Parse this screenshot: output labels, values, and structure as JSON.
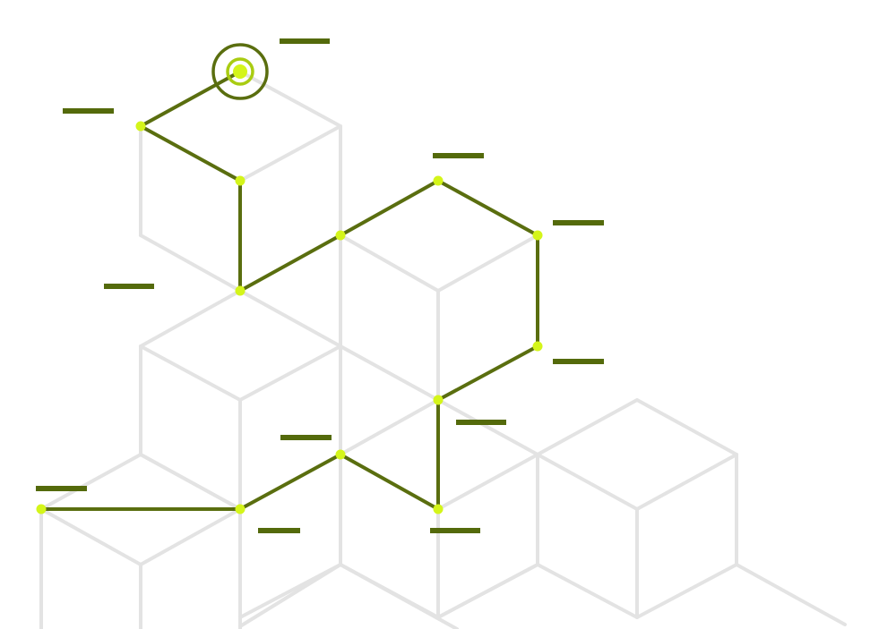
{
  "colors": {
    "grid": "#e3e3e3",
    "path": "#5a6e0f",
    "label_bar": "#546a0b",
    "node": "#d4f51a",
    "start_ring_outer": "#5a6e0f",
    "start_ring_inner": "#a9cc12"
  },
  "route": {
    "start_node": "n1",
    "nodes": [
      "n1",
      "n2",
      "n3",
      "n4",
      "n5",
      "n6",
      "n7",
      "n8",
      "n9",
      "n10",
      "n11",
      "n12",
      "n13",
      "n14"
    ],
    "edges": [
      [
        "n1",
        "n2"
      ],
      [
        "n2",
        "n3"
      ],
      [
        "n3",
        "n4"
      ],
      [
        "n4",
        "n5"
      ],
      [
        "n5",
        "n6"
      ],
      [
        "n6",
        "n7"
      ],
      [
        "n7",
        "n8"
      ],
      [
        "n8",
        "n9"
      ],
      [
        "n9",
        "n10"
      ],
      [
        "n10",
        "n11"
      ],
      [
        "n11",
        "n12"
      ],
      [
        "n12",
        "n13"
      ],
      [
        "n13",
        "n14"
      ]
    ]
  },
  "labels": [
    "",
    "",
    "",
    "",
    "",
    "",
    "",
    "",
    "",
    "",
    "",
    "",
    ""
  ]
}
